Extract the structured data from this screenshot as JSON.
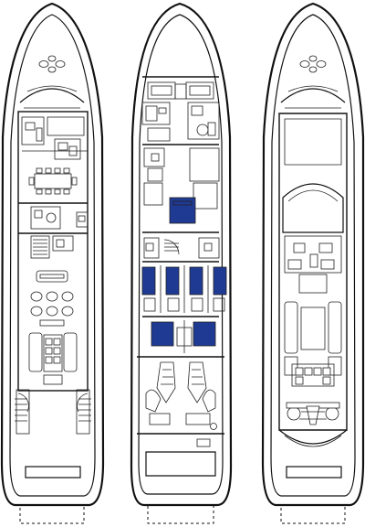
{
  "colors": {
    "outline": "#111111",
    "background": "#ffffff",
    "bed_fill": "#1f3a93"
  },
  "decks": [
    {
      "id": "main"
    },
    {
      "id": "lower"
    },
    {
      "id": "upper"
    }
  ]
}
